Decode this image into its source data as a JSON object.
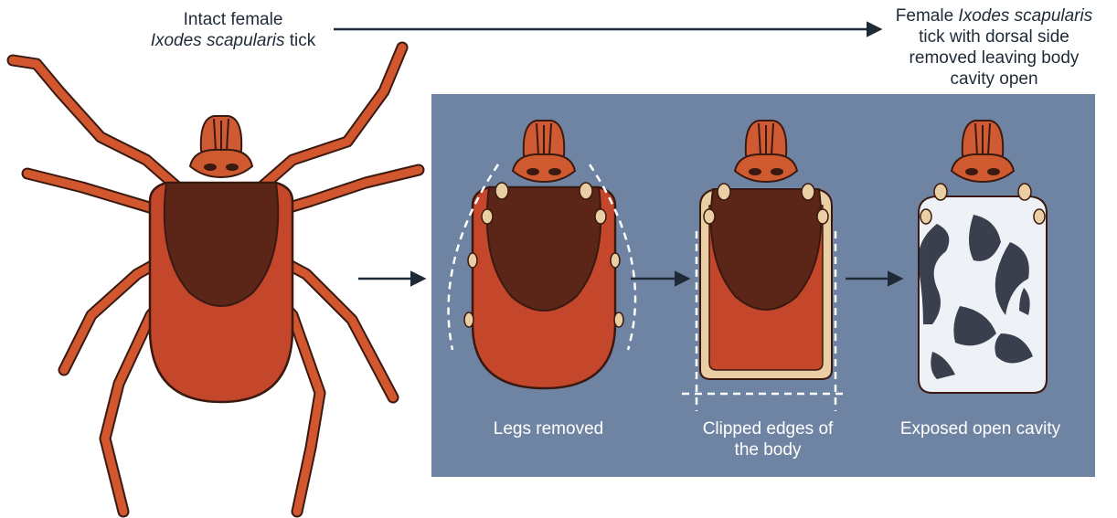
{
  "labels": {
    "intact_line1": "Intact female",
    "intact_italic": "Ixodes scapularis",
    "intact_rest": " tick",
    "final_prefix": "Female ",
    "final_italic": "Ixodes scapularis",
    "final_line2": "tick with dorsal side",
    "final_line3": "removed leaving body",
    "final_line4": "cavity open"
  },
  "steps": {
    "legs_removed": "Legs removed",
    "clipped_line1": "Clipped edges of",
    "clipped_line2": "the body",
    "exposed": "Exposed open cavity"
  },
  "colors": {
    "panel": "#6f84a3",
    "tick_body": "#c4472b",
    "tick_scutum": "#5b2518",
    "tick_legs": "#d2562e",
    "arrow": "#1f2a37",
    "clipped_edge": "#e9cfa3"
  }
}
